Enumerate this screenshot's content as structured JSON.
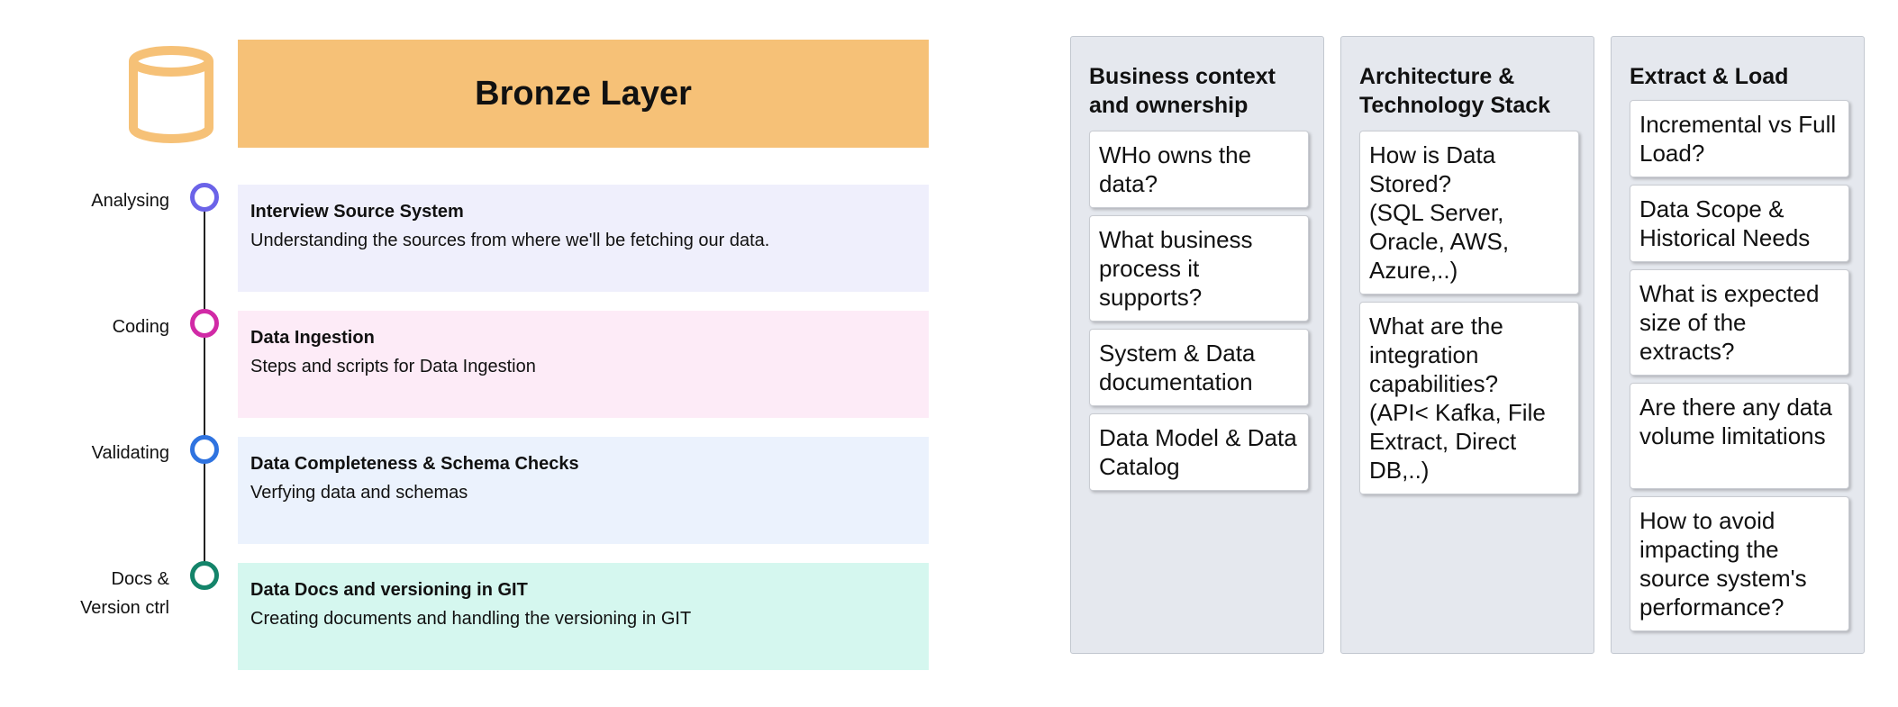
{
  "header": {
    "title": "Bronze Layer"
  },
  "colors": {
    "header_bg": "#f6c177",
    "icon": "#f6c177",
    "column_bg": "#e5e8ee",
    "timeline": "#222222"
  },
  "steps": [
    {
      "label": "Analysing",
      "title": "Interview Source System",
      "description": "Understanding the sources from where we'll be fetching our data.",
      "circle_color": "#6b63e8",
      "bg_color": "#efeffc"
    },
    {
      "label": "Coding",
      "title": "Data Ingestion",
      "description": "Steps and scripts for Data Ingestion",
      "circle_color": "#d12aa6",
      "bg_color": "#fdebf7"
    },
    {
      "label": "Validating",
      "title": "Data Completeness & Schema Checks",
      "description": "Verfying data and schemas",
      "circle_color": "#2f73e0",
      "bg_color": "#ebf2fd"
    },
    {
      "label_line1": "Docs &",
      "label_line2": "Version ctrl",
      "title": "Data Docs and versioning in GIT",
      "description": "Creating documents and handling the versioning in GIT",
      "circle_color": "#14846a",
      "bg_color": "#d5f7ef"
    }
  ],
  "columns": [
    {
      "title": "Business context and ownership",
      "cards": [
        "WHo owns the data?",
        "What business process it supports?",
        "System & Data documentation",
        "Data Model & Data Catalog"
      ]
    },
    {
      "title": "Architecture & Technology Stack",
      "cards": [
        "How is Data Stored?\n(SQL Server, Oracle, AWS, Azure,..)",
        "What are the integration capabilities?\n(API< Kafka, File Extract, Direct DB,..)"
      ]
    },
    {
      "title": "Extract & Load",
      "cards": [
        "Incremental vs Full Load?",
        "Data Scope & Historical Needs",
        "What is expected size of the extracts?",
        "Are there any data volume limitations",
        "How to avoid impacting the source system's performance?"
      ]
    }
  ]
}
